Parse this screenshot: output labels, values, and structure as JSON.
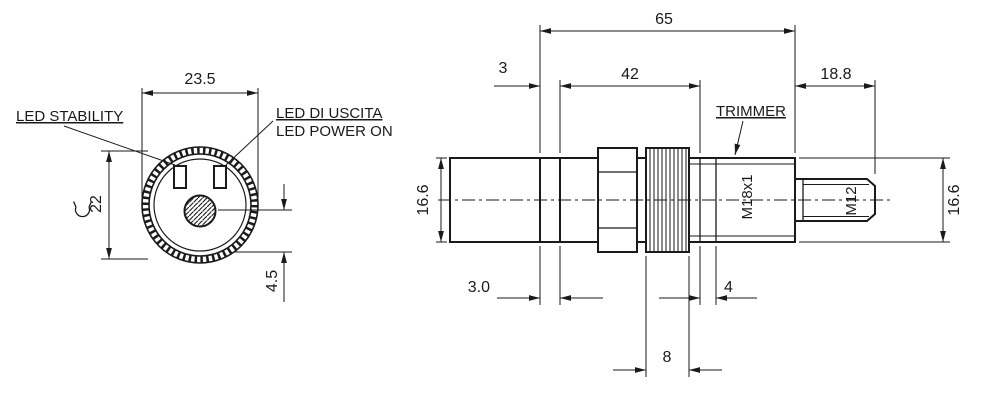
{
  "drawing": {
    "front_view": {
      "dim_diameter": "23.5",
      "dim_wrench": "22",
      "dim_offset": "4.5",
      "label_led_stability": "LED STABILITY",
      "label_led_output": "LED DI USCITA",
      "label_led_power": "LED POWER ON"
    },
    "side_view": {
      "dim_total_length": "65",
      "dim_front": "3",
      "dim_body": "42",
      "dim_rear": "18.8",
      "dim_diameter_left": "16.6",
      "dim_diameter_right": "16.6",
      "dim_flange": "3.0",
      "dim_groove": "4",
      "dim_nut_width": "8",
      "label_trimmer": "TRIMMER",
      "label_thread": "M18x1",
      "label_connector": "M12"
    },
    "colors": {
      "line": "#1a1a1a",
      "background": "#ffffff"
    }
  }
}
